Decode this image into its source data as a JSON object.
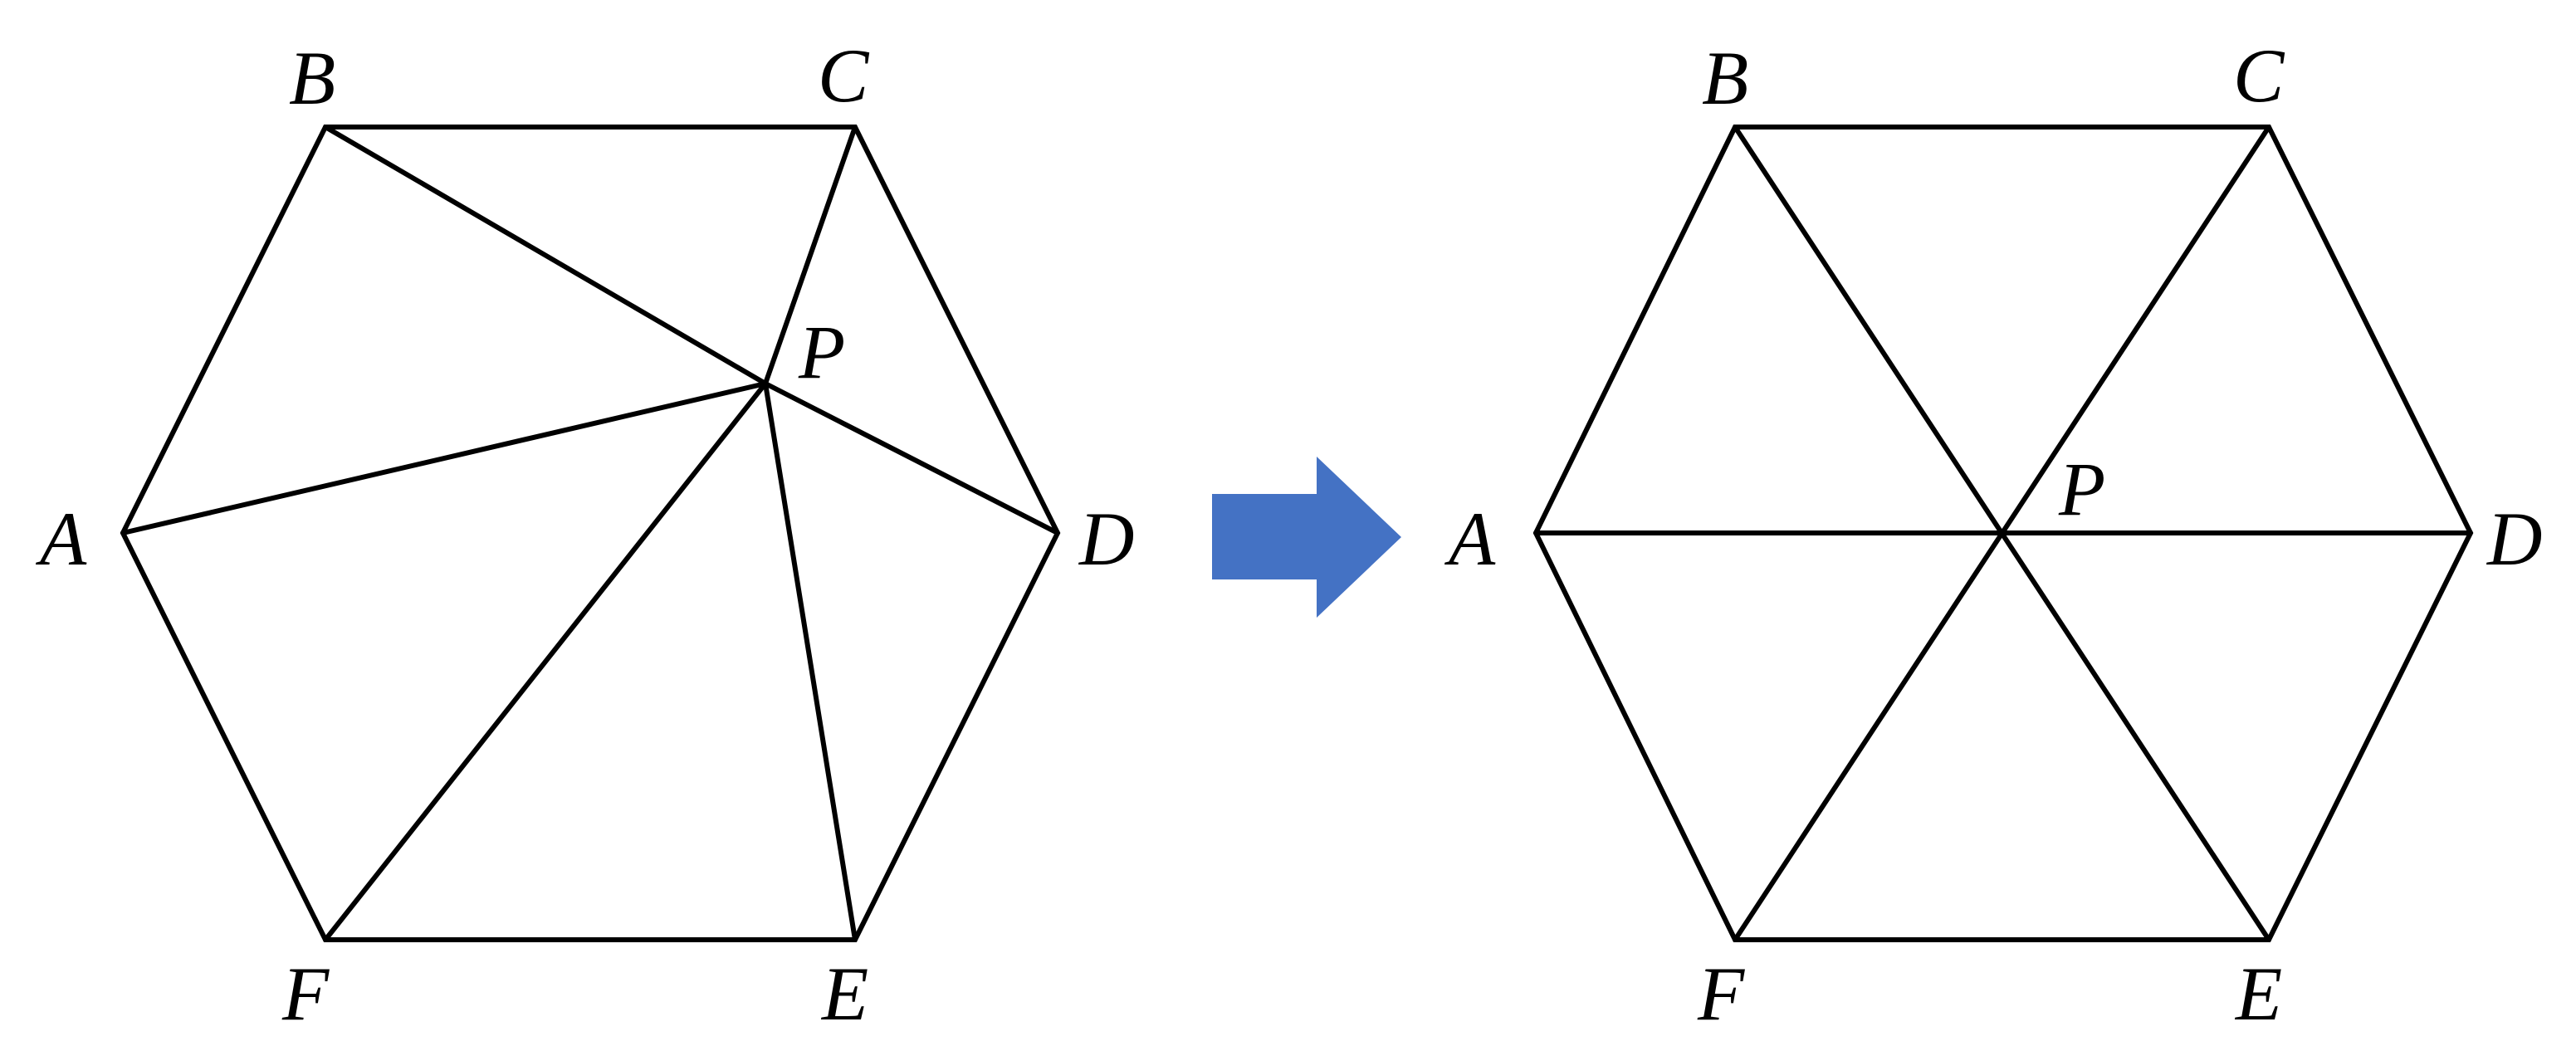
{
  "left_diagram": {
    "vertices": {
      "A": {
        "label": "A"
      },
      "B": {
        "label": "B"
      },
      "C": {
        "label": "C"
      },
      "D": {
        "label": "D"
      },
      "E": {
        "label": "E"
      },
      "F": {
        "label": "F"
      },
      "P": {
        "label": "P"
      }
    }
  },
  "right_diagram": {
    "vertices": {
      "A": {
        "label": "A"
      },
      "B": {
        "label": "B"
      },
      "C": {
        "label": "C"
      },
      "D": {
        "label": "D"
      },
      "E": {
        "label": "E"
      },
      "F": {
        "label": "F"
      },
      "P": {
        "label": "P"
      }
    }
  },
  "arrow": {
    "color": "#4472C4",
    "direction": "right"
  }
}
